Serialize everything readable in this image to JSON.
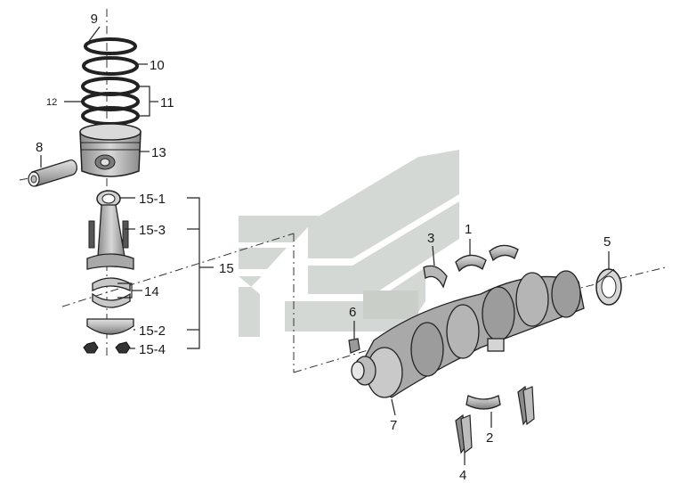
{
  "callouts": {
    "c1": "1",
    "c2": "2",
    "c3": "3",
    "c4": "4",
    "c5": "5",
    "c6": "6",
    "c7": "7",
    "c8": "8",
    "c9": "9",
    "c10": "10",
    "c11": "11",
    "c12": "12",
    "c13": "13",
    "c14": "14",
    "c15": "15",
    "c15_1": "15-1",
    "c15_2": "15-2",
    "c15_3": "15-3",
    "c15_4": "15-4"
  },
  "colors": {
    "line": "#2a2a2a",
    "part_fill": "#bdbdbd",
    "part_dark": "#6e6e6e",
    "watermark": "#d4d8d4"
  },
  "icons": {
    "watermark": "chevron-logo-watermark"
  }
}
